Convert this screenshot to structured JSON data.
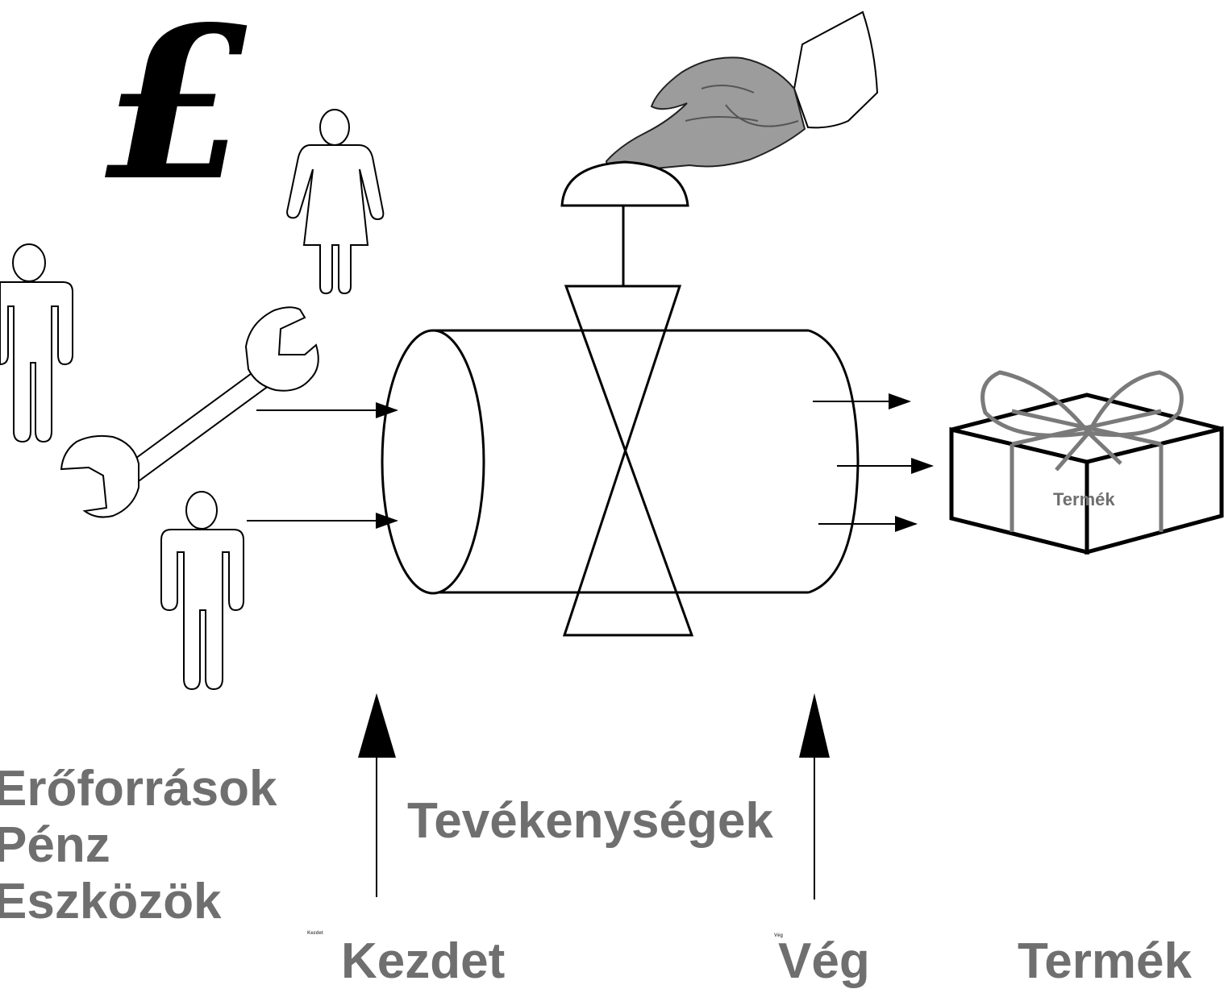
{
  "labels": {
    "resources": [
      "Erőforrások",
      "Pénz",
      "Eszközök"
    ],
    "activities": "Tevékenységek",
    "start": "Kezdet",
    "end": "Vég",
    "product": "Termék",
    "box_label": "Termék",
    "start_small": "Kezdet",
    "end_small": "Vég",
    "pound": "£"
  },
  "colors": {
    "text": "#6f6f6f",
    "line": "#000000",
    "ribbon": "#7a7a7a",
    "glove": "#9a9a9a"
  },
  "icons": [
    "pound-icon",
    "woman-icon",
    "man-icon",
    "wrench-icon",
    "hand-icon",
    "valve-icon",
    "pipe-cylinder",
    "gift-box-icon"
  ]
}
